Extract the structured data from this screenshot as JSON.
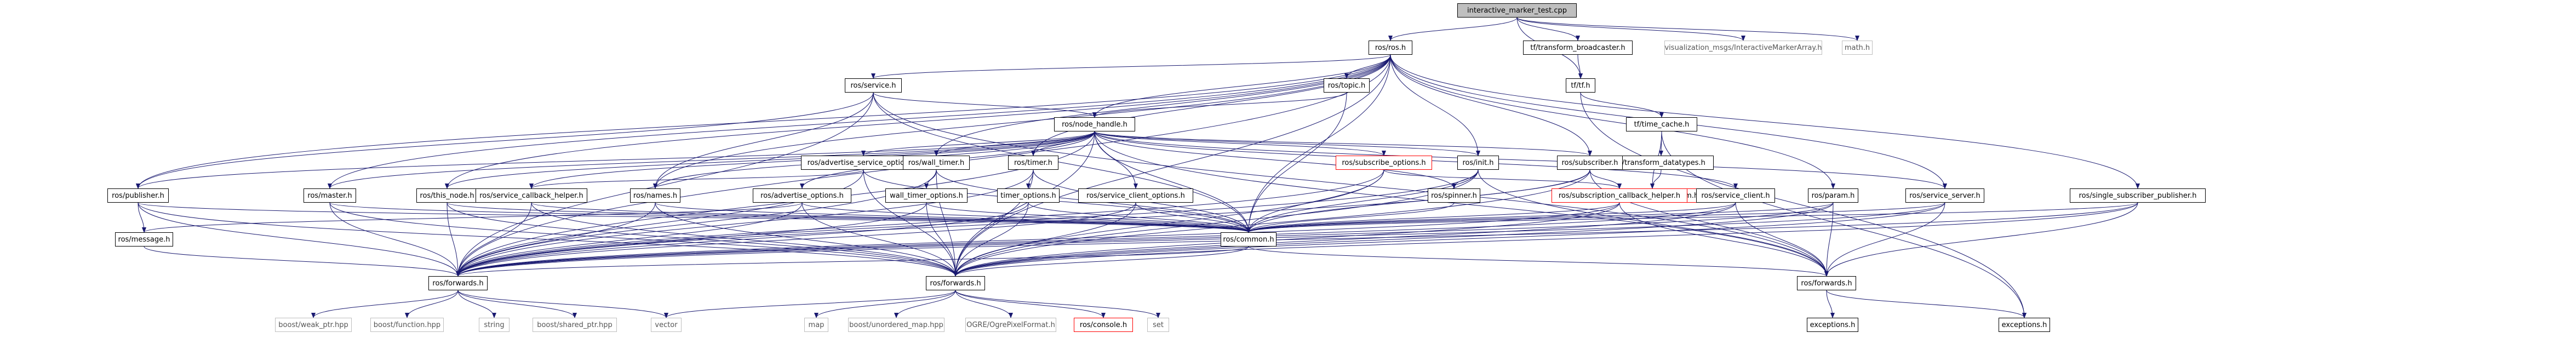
{
  "diagram": {
    "kind": "include-dependency-graph",
    "colors": {
      "edge": "#191970",
      "edge_arrow": "#191970",
      "node_border": "#000000",
      "root_fill": "#bfbfbf",
      "external_border": "#bfbfbf",
      "missing_border": "#ff0000"
    },
    "nodes": [
      {
        "id": "root",
        "label": "interactive_marker_test.cpp",
        "style": "root"
      },
      {
        "id": "ros_ros",
        "label": "ros/ros.h",
        "style": "normal"
      },
      {
        "id": "tf_br",
        "label": "tf/transform_broadcaster.h",
        "style": "normal"
      },
      {
        "id": "viz",
        "label": "visualization_msgs/InteractiveMarkerArray.h",
        "style": "external"
      },
      {
        "id": "math",
        "label": "math.h",
        "style": "external"
      },
      {
        "id": "tf_tf",
        "label": "tf/tf.h",
        "style": "normal"
      },
      {
        "id": "ros_service",
        "label": "ros/service.h",
        "style": "normal"
      },
      {
        "id": "ros_topic",
        "label": "ros/topic.h",
        "style": "normal"
      },
      {
        "id": "ros_nh",
        "label": "ros/node_handle.h",
        "style": "normal"
      },
      {
        "id": "tf_tc",
        "label": "tf/time_cache.h",
        "style": "normal"
      },
      {
        "id": "tf_dt",
        "label": "tf/transform_datatypes.h",
        "style": "normal"
      },
      {
        "id": "tf_lm",
        "label": "tf/LinearMath/Transform.h",
        "style": "missing"
      },
      {
        "id": "ros_aso",
        "label": "ros/advertise_service_options.h",
        "style": "normal"
      },
      {
        "id": "ros_wt",
        "label": "ros/wall_timer.h",
        "style": "normal"
      },
      {
        "id": "ros_timer",
        "label": "ros/timer.h",
        "style": "normal"
      },
      {
        "id": "ros_so",
        "label": "ros/subscribe_options.h",
        "style": "missing"
      },
      {
        "id": "ros_init",
        "label": "ros/init.h",
        "style": "normal"
      },
      {
        "id": "ros_sub",
        "label": "ros/subscriber.h",
        "style": "normal"
      },
      {
        "id": "ros_pub",
        "label": "ros/publisher.h",
        "style": "normal"
      },
      {
        "id": "ros_master",
        "label": "ros/master.h",
        "style": "normal"
      },
      {
        "id": "ros_this",
        "label": "ros/this_node.h",
        "style": "normal"
      },
      {
        "id": "ros_sch",
        "label": "ros/service_callback_helper.h",
        "style": "normal"
      },
      {
        "id": "ros_names",
        "label": "ros/names.h",
        "style": "normal"
      },
      {
        "id": "ros_ao",
        "label": "ros/advertise_options.h",
        "style": "normal"
      },
      {
        "id": "ros_wto",
        "label": "wall_timer_options.h",
        "style": "normal"
      },
      {
        "id": "ros_to",
        "label": "timer_options.h",
        "style": "normal"
      },
      {
        "id": "ros_sco",
        "label": "ros/service_client_options.h",
        "style": "normal"
      },
      {
        "id": "ros_spinner",
        "label": "ros/spinner.h",
        "style": "normal"
      },
      {
        "id": "ros_subch",
        "label": "ros/subscription_callback_helper.h",
        "style": "missing"
      },
      {
        "id": "ros_sc",
        "label": "ros/service_client.h",
        "style": "normal"
      },
      {
        "id": "ros_param",
        "label": "ros/param.h",
        "style": "normal"
      },
      {
        "id": "ros_ss",
        "label": "ros/service_server.h",
        "style": "normal"
      },
      {
        "id": "ros_ssp",
        "label": "ros/single_subscriber_publisher.h",
        "style": "normal"
      },
      {
        "id": "ros_message",
        "label": "ros/message.h",
        "style": "normal"
      },
      {
        "id": "ros_common",
        "label": "ros/common.h",
        "style": "normal"
      },
      {
        "id": "fwd1",
        "label": "ros/forwards.h",
        "style": "normal"
      },
      {
        "id": "fwd2",
        "label": "ros/forwards.h",
        "style": "normal"
      },
      {
        "id": "fwd3",
        "label": "ros/forwards.h",
        "style": "normal"
      },
      {
        "id": "weak",
        "label": "boost/weak_ptr.hpp",
        "style": "external"
      },
      {
        "id": "func",
        "label": "boost/function.hpp",
        "style": "external"
      },
      {
        "id": "string",
        "label": "string",
        "style": "external"
      },
      {
        "id": "shared",
        "label": "boost/shared_ptr.hpp",
        "style": "external"
      },
      {
        "id": "vector",
        "label": "vector",
        "style": "external"
      },
      {
        "id": "map",
        "label": "map",
        "style": "external"
      },
      {
        "id": "umap",
        "label": "boost/unordered_map.hpp",
        "style": "external"
      },
      {
        "id": "ogre",
        "label": "OGRE/OgrePixelFormat.h",
        "style": "external"
      },
      {
        "id": "console",
        "label": "ros/console.h",
        "style": "missing"
      },
      {
        "id": "set",
        "label": "set",
        "style": "external"
      },
      {
        "id": "exc1",
        "label": "exceptions.h",
        "style": "normal"
      },
      {
        "id": "exc2",
        "label": "exceptions.h",
        "style": "normal"
      }
    ],
    "edges": [
      [
        "root",
        "ros_ros"
      ],
      [
        "root",
        "tf_br"
      ],
      [
        "root",
        "viz"
      ],
      [
        "root",
        "math"
      ],
      [
        "root",
        "tf_tf"
      ],
      [
        "tf_br",
        "tf_tf"
      ],
      [
        "tf_tf",
        "tf_tc"
      ],
      [
        "tf_tf",
        "exc2"
      ],
      [
        "tf_tc",
        "tf_dt"
      ],
      [
        "tf_tc",
        "tf_lm"
      ],
      [
        "tf_tc",
        "exc2"
      ],
      [
        "tf_dt",
        "tf_lm"
      ],
      [
        "ros_ros",
        "ros_service"
      ],
      [
        "ros_ros",
        "ros_topic"
      ],
      [
        "ros_ros",
        "ros_nh"
      ],
      [
        "ros_ros",
        "ros_init"
      ],
      [
        "ros_ros",
        "ros_sub"
      ],
      [
        "ros_ros",
        "ros_pub"
      ],
      [
        "ros_ros",
        "ros_names"
      ],
      [
        "ros_ros",
        "ros_master"
      ],
      [
        "ros_ros",
        "ros_this"
      ],
      [
        "ros_ros",
        "ros_param"
      ],
      [
        "ros_ros",
        "ros_ss"
      ],
      [
        "ros_ros",
        "ros_ssp"
      ],
      [
        "ros_ros",
        "ros_timer"
      ],
      [
        "ros_ros",
        "ros_wt"
      ],
      [
        "ros_ros",
        "ros_common"
      ],
      [
        "ros_ros",
        "fwd2"
      ],
      [
        "ros_ros",
        "fwd1"
      ],
      [
        "ros_service",
        "ros_nh"
      ],
      [
        "ros_service",
        "ros_common"
      ],
      [
        "ros_service",
        "ros_names"
      ],
      [
        "ros_service",
        "fwd1"
      ],
      [
        "ros_service",
        "fwd3"
      ],
      [
        "ros_service",
        "ros_pub"
      ],
      [
        "ros_topic",
        "ros_nh"
      ],
      [
        "ros_topic",
        "ros_common"
      ],
      [
        "ros_nh",
        "ros_aso"
      ],
      [
        "ros_nh",
        "ros_wt"
      ],
      [
        "ros_nh",
        "ros_timer"
      ],
      [
        "ros_nh",
        "ros_so"
      ],
      [
        "ros_nh",
        "ros_init"
      ],
      [
        "ros_nh",
        "ros_sub"
      ],
      [
        "ros_nh",
        "ros_pub"
      ],
      [
        "ros_nh",
        "ros_master"
      ],
      [
        "ros_nh",
        "ros_this"
      ],
      [
        "ros_nh",
        "ros_sch"
      ],
      [
        "ros_nh",
        "ros_names"
      ],
      [
        "ros_nh",
        "ros_ao"
      ],
      [
        "ros_nh",
        "ros_sco"
      ],
      [
        "ros_nh",
        "ros_sc"
      ],
      [
        "ros_nh",
        "ros_ss"
      ],
      [
        "ros_nh",
        "ros_common"
      ],
      [
        "ros_nh",
        "fwd1"
      ],
      [
        "ros_nh",
        "fwd2"
      ],
      [
        "ros_nh",
        "fwd3"
      ],
      [
        "ros_nh",
        "ros_spinner"
      ],
      [
        "ros_aso",
        "ros_sch"
      ],
      [
        "ros_aso",
        "ros_common"
      ],
      [
        "ros_aso",
        "fwd1"
      ],
      [
        "ros_aso",
        "fwd2"
      ],
      [
        "ros_wt",
        "ros_wto"
      ],
      [
        "ros_wt",
        "ros_common"
      ],
      [
        "ros_wt",
        "fwd1"
      ],
      [
        "ros_wt",
        "fwd2"
      ],
      [
        "ros_timer",
        "ros_to"
      ],
      [
        "ros_timer",
        "ros_common"
      ],
      [
        "ros_timer",
        "fwd1"
      ],
      [
        "ros_timer",
        "fwd2"
      ],
      [
        "ros_so",
        "ros_subch"
      ],
      [
        "ros_so",
        "ros_common"
      ],
      [
        "ros_so",
        "fwd1"
      ],
      [
        "ros_so",
        "fwd2"
      ],
      [
        "ros_init",
        "ros_spinner"
      ],
      [
        "ros_init",
        "ros_common"
      ],
      [
        "ros_init",
        "fwd1"
      ],
      [
        "ros_init",
        "fwd2"
      ],
      [
        "ros_init",
        "fwd3"
      ],
      [
        "ros_sub",
        "ros_subch"
      ],
      [
        "ros_sub",
        "ros_common"
      ],
      [
        "ros_sub",
        "fwd1"
      ],
      [
        "ros_sub",
        "fwd2"
      ],
      [
        "ros_sub",
        "fwd3"
      ],
      [
        "ros_pub",
        "ros_message"
      ],
      [
        "ros_pub",
        "ros_common"
      ],
      [
        "ros_pub",
        "fwd1"
      ],
      [
        "ros_pub",
        "fwd2"
      ],
      [
        "ros_master",
        "ros_common"
      ],
      [
        "ros_master",
        "fwd1"
      ],
      [
        "ros_master",
        "fwd2"
      ],
      [
        "ros_this",
        "ros_common"
      ],
      [
        "ros_this",
        "fwd1"
      ],
      [
        "ros_this",
        "fwd2"
      ],
      [
        "ros_sch",
        "ros_common"
      ],
      [
        "ros_sch",
        "fwd1"
      ],
      [
        "ros_sch",
        "fwd2"
      ],
      [
        "ros_names",
        "ros_common"
      ],
      [
        "ros_names",
        "fwd1"
      ],
      [
        "ros_names",
        "fwd2"
      ],
      [
        "ros_ao",
        "ros_common"
      ],
      [
        "ros_ao",
        "fwd1"
      ],
      [
        "ros_ao",
        "fwd2"
      ],
      [
        "ros_ao",
        "ros_message"
      ],
      [
        "ros_wto",
        "ros_common"
      ],
      [
        "ros_wto",
        "fwd1"
      ],
      [
        "ros_wto",
        "fwd2"
      ],
      [
        "ros_to",
        "ros_common"
      ],
      [
        "ros_to",
        "fwd1"
      ],
      [
        "ros_to",
        "fwd2"
      ],
      [
        "ros_sco",
        "ros_common"
      ],
      [
        "ros_sco",
        "fwd1"
      ],
      [
        "ros_sco",
        "fwd2"
      ],
      [
        "ros_spinner",
        "ros_common"
      ],
      [
        "ros_subch",
        "ros_common"
      ],
      [
        "ros_subch",
        "fwd1"
      ],
      [
        "ros_subch",
        "fwd2"
      ],
      [
        "ros_subch",
        "fwd3"
      ],
      [
        "ros_sc",
        "ros_common"
      ],
      [
        "ros_sc",
        "fwd1"
      ],
      [
        "ros_sc",
        "fwd2"
      ],
      [
        "ros_sc",
        "fwd3"
      ],
      [
        "ros_param",
        "ros_common"
      ],
      [
        "ros_param",
        "fwd1"
      ],
      [
        "ros_param",
        "fwd2"
      ],
      [
        "ros_param",
        "fwd3"
      ],
      [
        "ros_ss",
        "ros_common"
      ],
      [
        "ros_ss",
        "fwd1"
      ],
      [
        "ros_ss",
        "fwd2"
      ],
      [
        "ros_ss",
        "fwd3"
      ],
      [
        "ros_ssp",
        "ros_common"
      ],
      [
        "ros_ssp",
        "fwd1"
      ],
      [
        "ros_ssp",
        "fwd2"
      ],
      [
        "ros_ssp",
        "fwd3"
      ],
      [
        "ros_message",
        "fwd1"
      ],
      [
        "ros_common",
        "fwd1"
      ],
      [
        "ros_common",
        "fwd2"
      ],
      [
        "ros_common",
        "fwd3"
      ],
      [
        "fwd1",
        "weak"
      ],
      [
        "fwd1",
        "func"
      ],
      [
        "fwd1",
        "string"
      ],
      [
        "fwd1",
        "shared"
      ],
      [
        "fwd1",
        "vector"
      ],
      [
        "fwd2",
        "vector"
      ],
      [
        "fwd2",
        "map"
      ],
      [
        "fwd2",
        "umap"
      ],
      [
        "fwd2",
        "ogre"
      ],
      [
        "fwd2",
        "console"
      ],
      [
        "fwd2",
        "set"
      ],
      [
        "fwd3",
        "exc1"
      ],
      [
        "fwd3",
        "exc2"
      ]
    ]
  }
}
